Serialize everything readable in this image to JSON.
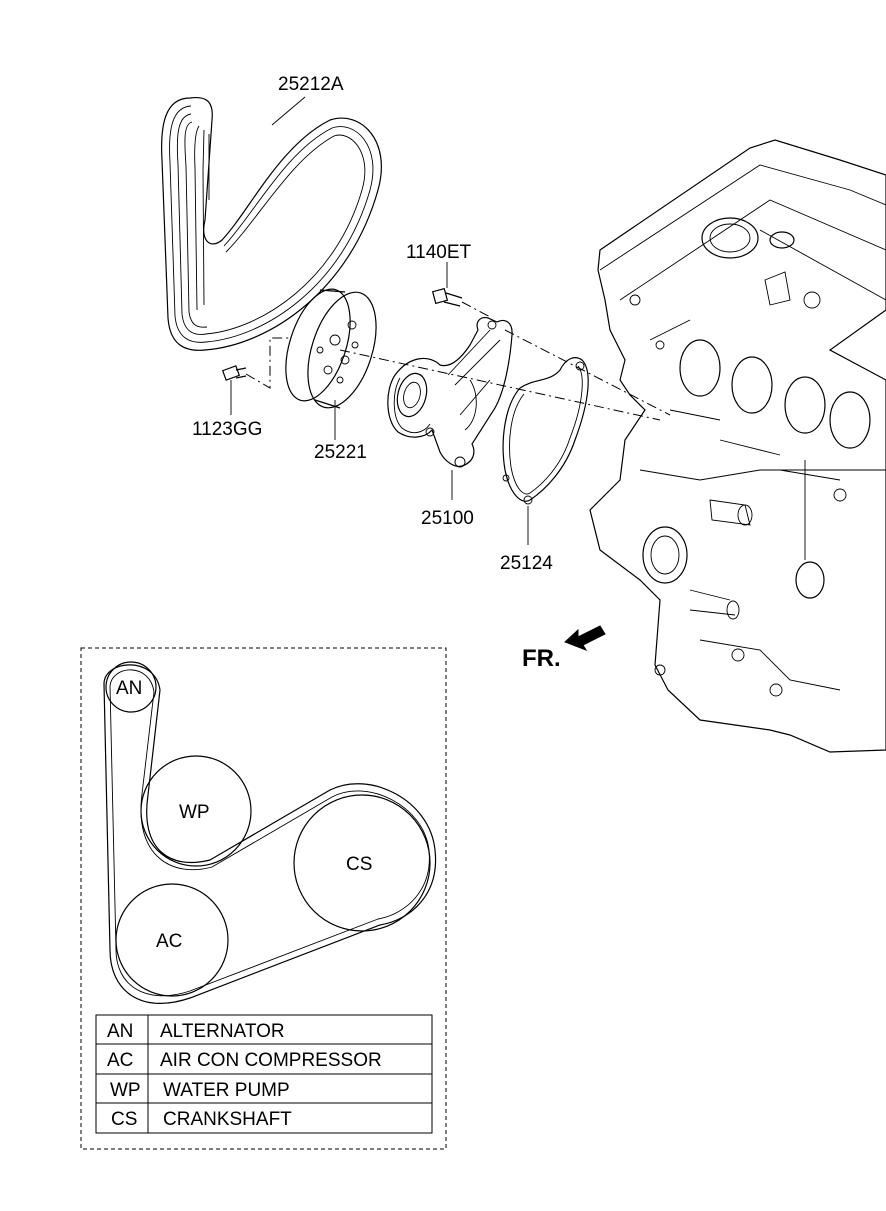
{
  "parts": {
    "belt": "25212A",
    "bolt_pump": "1140ET",
    "bolt_pulley": "1123GG",
    "pulley": "25221",
    "water_pump": "25100",
    "gasket": "25124"
  },
  "direction_label": "FR.",
  "layout_pulleys": {
    "alternator": "AN",
    "water_pump": "WP",
    "crankshaft": "CS",
    "air_con": "AC"
  },
  "legend": [
    {
      "code": "AN",
      "name": "ALTERNATOR"
    },
    {
      "code": "AC",
      "name": "AIR CON COMPRESSOR"
    },
    {
      "code": "WP",
      "name": "WATER PUMP"
    },
    {
      "code": "CS",
      "name": "CRANKSHAFT"
    }
  ]
}
